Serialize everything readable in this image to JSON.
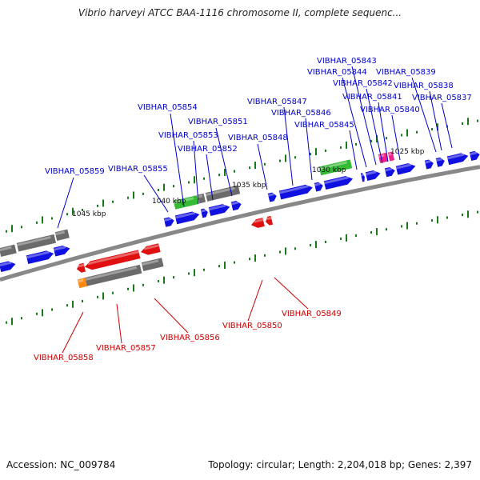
{
  "title": "Vibrio harveyi ATCC BAA-1116 chromosome II, complete sequenc...",
  "footer": {
    "accession": "Accession: NC_009784",
    "summary": "Topology: circular; Length: 2,204,018 bp; Genes: 2,397"
  },
  "colors": {
    "forward_label": "#0000cc",
    "reverse_label": "#cc0000",
    "forward_gene": "#1010e0",
    "reverse_gene": "#e01010",
    "pseudo_grey": "#6b6b6b",
    "green_feature": "#33bb33",
    "pink_feature": "#ee2288",
    "orange_feature": "#ff8811",
    "backbone": "#888888",
    "tick": "#1a7a1a"
  },
  "scale_labels": [
    "1045 kbp",
    "1040 kbp",
    "1035 kbp",
    "1030 kbp",
    "1025 kbp"
  ],
  "forward_labels": [
    "VIBHAR_05859",
    "VIBHAR_05855",
    "VIBHAR_05854",
    "VIBHAR_05853",
    "VIBHAR_05852",
    "VIBHAR_05851",
    "VIBHAR_05848",
    "VIBHAR_05847",
    "VIBHAR_05846",
    "VIBHAR_05845",
    "VIBHAR_05844",
    "VIBHAR_05843",
    "VIBHAR_05842",
    "VIBHAR_05841",
    "VIBHAR_05840",
    "VIBHAR_05839",
    "VIBHAR_05838",
    "VIBHAR_05837"
  ],
  "reverse_labels": [
    "VIBHAR_05858",
    "VIBHAR_05857",
    "VIBHAR_05856",
    "VIBHAR_05850",
    "VIBHAR_05849"
  ]
}
